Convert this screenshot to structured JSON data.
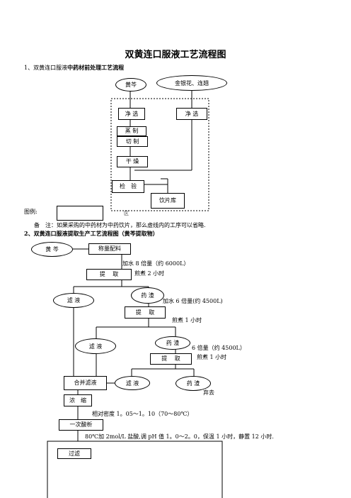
{
  "title": "双黄连口服液工艺流程图",
  "section1": {
    "heading_prefix": "1、双黄连口服液",
    "heading_bold": "中药材前处理工艺流程",
    "nodes": {
      "huangqin": "黄芩",
      "jinyinhua": "金银花、连翘",
      "jingxuan1": "净 选",
      "jingxuan2": "净 选",
      "zhengzhi": "蒸 制",
      "qiezhi": "切 制",
      "ganzao": "干 燥",
      "jianyan": "检　验",
      "yinpianku": "饮片库"
    },
    "legend_label": "图例:",
    "legend_text": "区",
    "note": "备　注：如果采购的中药材为中药饮片，那么虚线内的工序可以省略."
  },
  "section2": {
    "heading": "2、双黄连口服液提取生产工艺流程图（黄芩提取物）",
    "nodes": {
      "huangqin": "黄 芩",
      "chengliang": "称量配料",
      "tiqu1": "提　 取",
      "lvye1": "滤 液",
      "yaozha1": "药 渣",
      "tiqu2": "提　 取",
      "lvye2": "滤 液",
      "yaozha2": "药 渣",
      "tiqu3": "提　 取",
      "hebing": "合并滤液",
      "lvye3": "滤 液",
      "yaozha3": "药 渣",
      "nongsuo": "浓　缩",
      "suanxi": "一次酸析",
      "guolv": "过滤"
    },
    "notes": {
      "n1": "加水 8 倍量（约 6000L）",
      "n2": "煎煮 2 小时",
      "n3": "加水 6 倍量(约 4500L)",
      "n4": "煎煮 1 小时",
      "n5": "6 倍量（约 4500L）",
      "n6": "煎煮 1 小时",
      "n7": "弃去",
      "n8": "相对密度 1。05～1。10（70～80℃）",
      "n9": "80℃加 2mol/L 盐酸,调 pH 值 1。0～2。0，保温 1 小时，静置 12 小时."
    }
  }
}
